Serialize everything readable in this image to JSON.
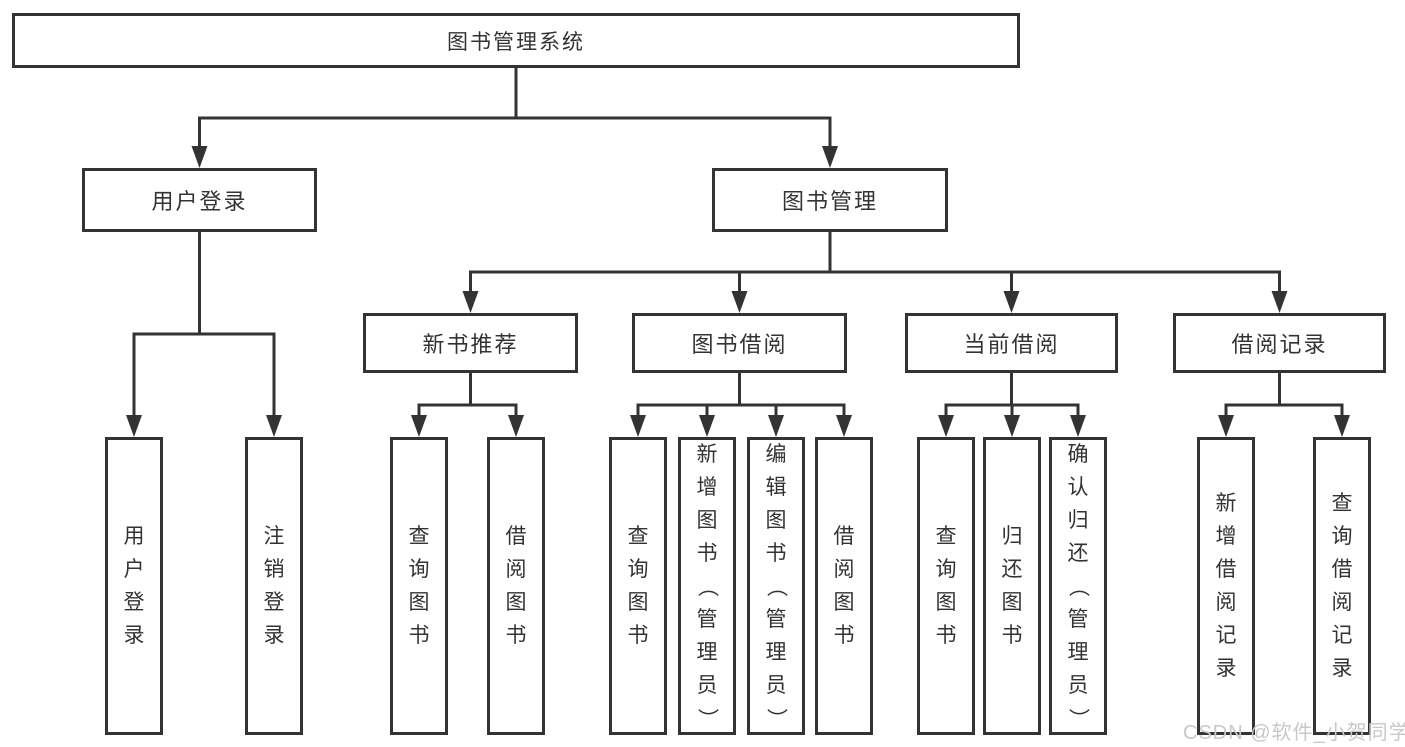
{
  "diagram": {
    "root": {
      "label": "图书管理系统",
      "children": [
        {
          "label": "用户登录",
          "children": [
            {
              "label": "用户登录"
            },
            {
              "label": "注销登录"
            }
          ]
        },
        {
          "label": "图书管理",
          "children": [
            {
              "label": "新书推荐",
              "children": [
                {
                  "label": "查询图书"
                },
                {
                  "label": "借阅图书"
                }
              ]
            },
            {
              "label": "图书借阅",
              "children": [
                {
                  "label": "查询图书"
                },
                {
                  "label": "新增图书（管理员）"
                },
                {
                  "label": "编辑图书（管理员）"
                },
                {
                  "label": "借阅图书"
                }
              ]
            },
            {
              "label": "当前借阅",
              "children": [
                {
                  "label": "查询图书"
                },
                {
                  "label": "归还图书"
                },
                {
                  "label": "确认归还（管理员）"
                }
              ]
            },
            {
              "label": "借阅记录",
              "children": [
                {
                  "label": "新增借阅记录"
                },
                {
                  "label": "查询借阅记录"
                }
              ]
            }
          ]
        }
      ]
    }
  },
  "watermark": {
    "text": "CSDN @软件_小贺同学"
  },
  "colors": {
    "line": "#333333",
    "text": "#333333",
    "box_background": "#ffffff",
    "watermark": "#c8c8c8"
  }
}
